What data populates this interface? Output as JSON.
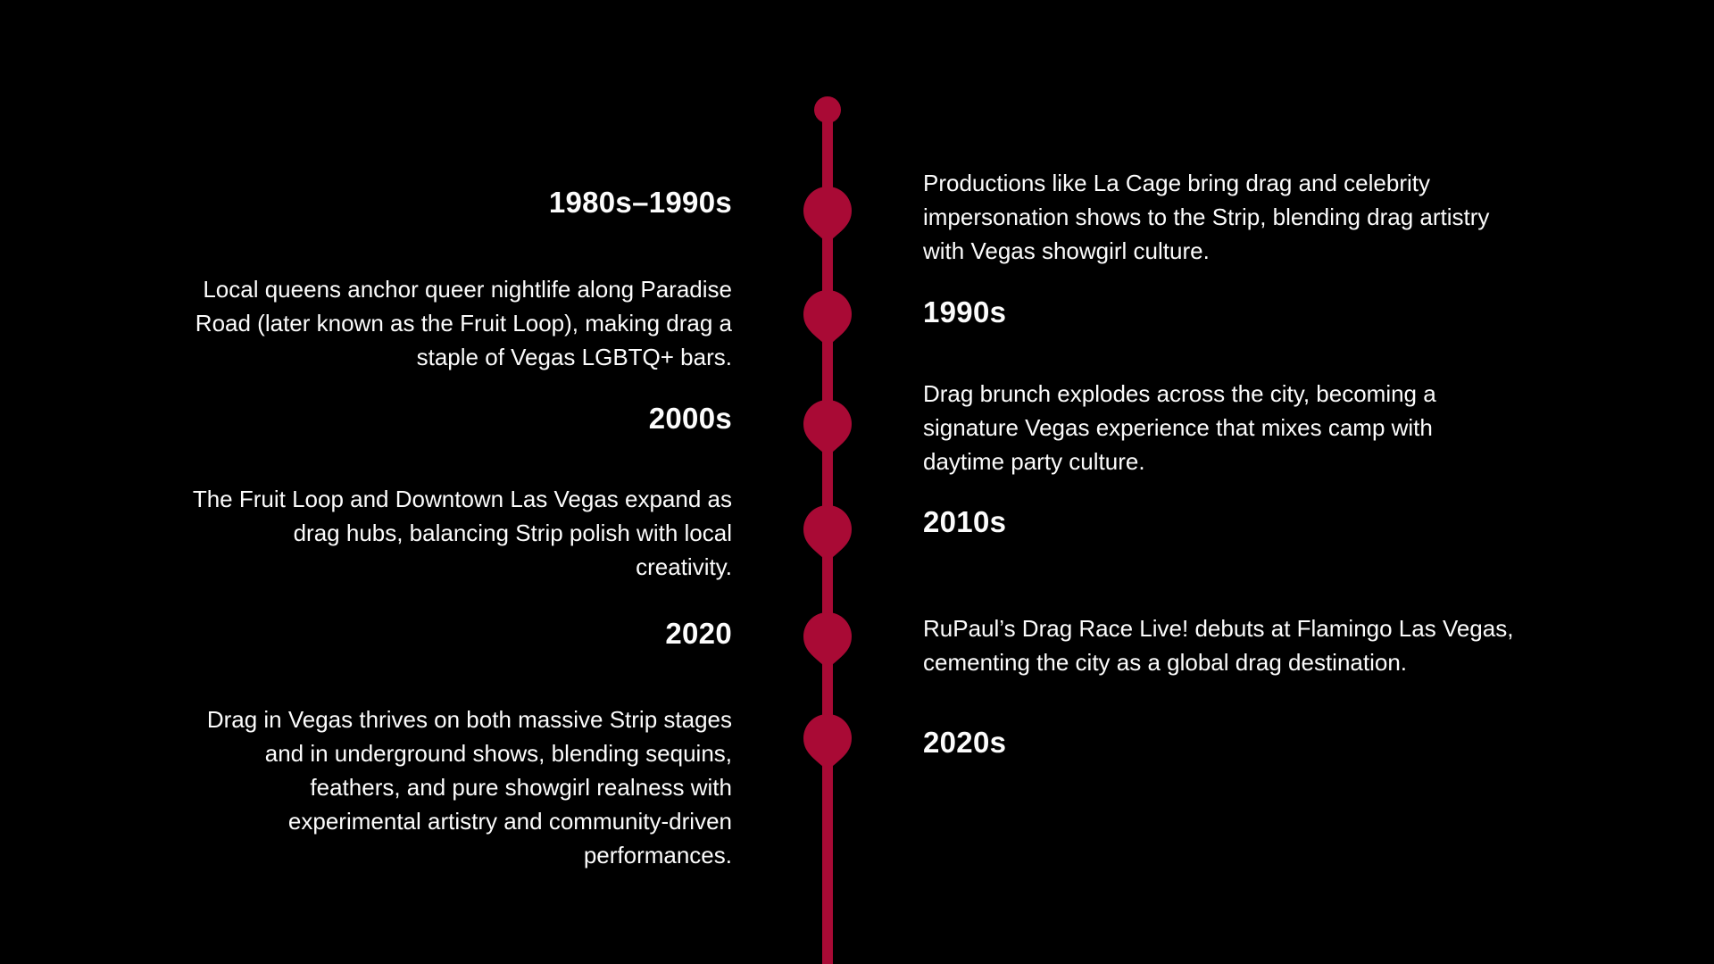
{
  "colors": {
    "background": "#000000",
    "accent": "#A90A35",
    "text": "#FCFCFC"
  },
  "icons": {
    "start_dot": "circle-dot-icon",
    "marker": "teardrop-marker-icon"
  },
  "items": [
    {
      "era": "1980s–1990s",
      "description": "Productions like La Cage bring drag and celebrity\nimpersonation shows to the Strip, blending drag artistry\nwith Vegas showgirl culture."
    },
    {
      "era": "1990s",
      "description": "Local queens anchor queer nightlife along Paradise\nRoad (later known as the Fruit Loop), making drag a\nstaple of Vegas LGBTQ+ bars."
    },
    {
      "era": "2000s",
      "description": "Drag brunch explodes across the city, becoming a\nsignature Vegas experience that mixes camp with\ndaytime party culture."
    },
    {
      "era": "2010s",
      "description": "The Fruit Loop and Downtown Las Vegas expand as\ndrag hubs, balancing Strip polish with local\ncreativity."
    },
    {
      "era": "2020",
      "description": "RuPaul’s Drag Race Live! debuts at Flamingo Las Vegas,\ncementing the city as a global drag destination."
    },
    {
      "era": "2020s",
      "description": "Drag in Vegas thrives on both massive Strip stages\nand in underground shows, blending sequins,\nfeathers, and pure showgirl realness with\nexperimental artistry and community-driven\nperformances."
    }
  ]
}
